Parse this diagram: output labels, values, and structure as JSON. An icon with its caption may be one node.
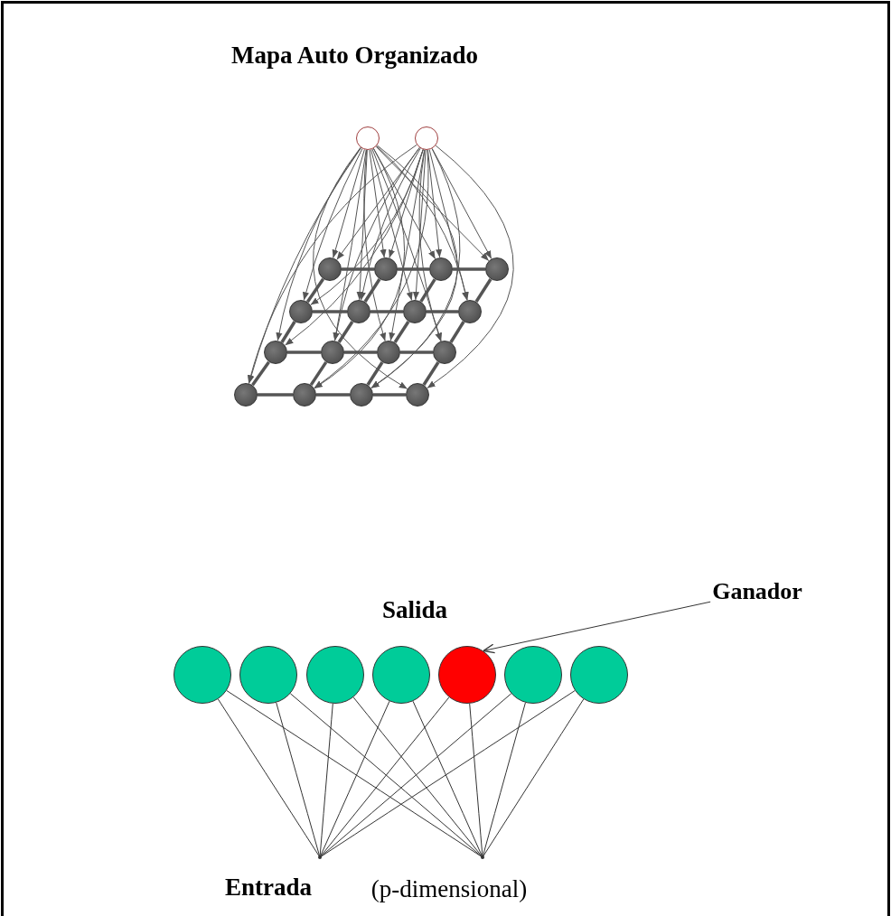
{
  "diagram": {
    "title": "Mapa Auto Organizado",
    "nodes": [
      {
        "text": [],
        "shape": "circle"
      },
      {
        "text": [],
        "shape": "circle"
      },
      {
        "text": [],
        "shape": "circle"
      },
      {
        "text": [],
        "shape": "circle"
      },
      {
        "text": [],
        "shape": "circle"
      },
      {
        "text": [],
        "shape": "circle"
      },
      {
        "text": [],
        "shape": "circle"
      },
      {
        "text": [],
        "shape": "circle"
      },
      {
        "text": [],
        "shape": "circle"
      },
      {
        "text": [],
        "shape": "circle"
      },
      {
        "text": [],
        "shape": "circle"
      },
      {
        "text": [],
        "shape": "circle"
      },
      {
        "text": [],
        "shape": "circle"
      },
      {
        "text": [],
        "shape": "circle"
      },
      {
        "text": [],
        "shape": "circle"
      },
      {
        "text": [],
        "shape": "circle"
      },
      {
        "text": [],
        "shape": "circle"
      },
      {
        "text": [],
        "shape": "circle"
      },
      {
        "text": [
          "Ganador"
        ]
      },
      {
        "text": [],
        "shape": "circle"
      },
      {
        "text": [],
        "shape": "circle"
      },
      {
        "text": [],
        "shape": "circle"
      },
      {
        "text": [],
        "shape": "circle"
      },
      {
        "text": [],
        "shape": "circle"
      },
      {
        "text": [],
        "shape": "circle"
      },
      {
        "text": [],
        "shape": "circle"
      },
      {
        "text": [],
        "shape": "point"
      },
      {
        "text": [],
        "shape": "point"
      }
    ],
    "edges": [
      {
        "from": 0,
        "to": 2,
        "arrow": "to"
      },
      {
        "from": 0,
        "to": 3,
        "arrow": "to"
      },
      {
        "from": 0,
        "to": 4,
        "arrow": "to"
      },
      {
        "from": 0,
        "to": 5,
        "arrow": "to"
      },
      {
        "from": 0,
        "to": 6,
        "arrow": "to"
      },
      {
        "from": 0,
        "to": 7,
        "arrow": "to"
      },
      {
        "from": 0,
        "to": 8,
        "arrow": "to"
      },
      {
        "from": 0,
        "to": 9,
        "arrow": "to"
      },
      {
        "from": 0,
        "to": 10,
        "arrow": "to"
      },
      {
        "from": 0,
        "to": 11,
        "arrow": "to"
      },
      {
        "from": 0,
        "to": 12,
        "arrow": "to"
      },
      {
        "from": 0,
        "to": 13,
        "arrow": "to"
      },
      {
        "from": 0,
        "to": 14,
        "arrow": "to"
      },
      {
        "from": 0,
        "to": 15,
        "arrow": "to"
      },
      {
        "from": 0,
        "to": 16,
        "arrow": "to"
      },
      {
        "from": 0,
        "to": 17,
        "arrow": "to"
      },
      {
        "from": 1,
        "to": 2,
        "arrow": "to"
      },
      {
        "from": 1,
        "to": 3,
        "arrow": "to"
      },
      {
        "from": 1,
        "to": 4,
        "arrow": "to"
      },
      {
        "from": 1,
        "to": 5,
        "arrow": "to"
      },
      {
        "from": 1,
        "to": 6,
        "arrow": "to"
      },
      {
        "from": 1,
        "to": 7,
        "arrow": "to"
      },
      {
        "from": 1,
        "to": 8,
        "arrow": "to"
      },
      {
        "from": 1,
        "to": 9,
        "arrow": "to"
      },
      {
        "from": 1,
        "to": 10,
        "arrow": "to"
      },
      {
        "from": 1,
        "to": 11,
        "arrow": "to"
      },
      {
        "from": 1,
        "to": 12,
        "arrow": "to"
      },
      {
        "from": 1,
        "to": 13,
        "arrow": "to"
      },
      {
        "from": 1,
        "to": 14,
        "arrow": "to"
      },
      {
        "from": 1,
        "to": 15,
        "arrow": "to"
      },
      {
        "from": 1,
        "to": 16,
        "arrow": "to"
      },
      {
        "from": 1,
        "to": 17,
        "arrow": "to"
      },
      {
        "from": 2,
        "to": 3,
        "arrow": "none",
        "style": "thick"
      },
      {
        "from": 3,
        "to": 4,
        "arrow": "none",
        "style": "thick"
      },
      {
        "from": 4,
        "to": 5,
        "arrow": "none",
        "style": "thick"
      },
      {
        "from": 6,
        "to": 7,
        "arrow": "none",
        "style": "thick"
      },
      {
        "from": 7,
        "to": 8,
        "arrow": "none",
        "style": "thick"
      },
      {
        "from": 8,
        "to": 9,
        "arrow": "none",
        "style": "thick"
      },
      {
        "from": 10,
        "to": 11,
        "arrow": "none",
        "style": "thick"
      },
      {
        "from": 11,
        "to": 12,
        "arrow": "none",
        "style": "thick"
      },
      {
        "from": 12,
        "to": 13,
        "arrow": "none",
        "style": "thick"
      },
      {
        "from": 14,
        "to": 15,
        "arrow": "none",
        "style": "thick"
      },
      {
        "from": 15,
        "to": 16,
        "arrow": "none",
        "style": "thick"
      },
      {
        "from": 16,
        "to": 17,
        "arrow": "none",
        "style": "thick"
      },
      {
        "from": 2,
        "to": 6,
        "arrow": "none",
        "style": "thick"
      },
      {
        "from": 3,
        "to": 7,
        "arrow": "none",
        "style": "thick"
      },
      {
        "from": 4,
        "to": 8,
        "arrow": "none",
        "style": "thick"
      },
      {
        "from": 5,
        "to": 9,
        "arrow": "none",
        "style": "thick"
      },
      {
        "from": 6,
        "to": 10,
        "arrow": "none",
        "style": "thick"
      },
      {
        "from": 7,
        "to": 11,
        "arrow": "none",
        "style": "thick"
      },
      {
        "from": 8,
        "to": 12,
        "arrow": "none",
        "style": "thick"
      },
      {
        "from": 9,
        "to": 13,
        "arrow": "none",
        "style": "thick"
      },
      {
        "from": 10,
        "to": 14,
        "arrow": "none",
        "style": "thick"
      },
      {
        "from": 11,
        "to": 15,
        "arrow": "none",
        "style": "thick"
      },
      {
        "from": 12,
        "to": 16,
        "arrow": "none",
        "style": "thick"
      },
      {
        "from": 13,
        "to": 17,
        "arrow": "none",
        "style": "thick"
      },
      {
        "from": 18,
        "to": 23,
        "arrow": "to"
      },
      {
        "from": 19,
        "to": 26,
        "arrow": "none"
      },
      {
        "from": 19,
        "to": 27,
        "arrow": "none"
      },
      {
        "from": 20,
        "to": 26,
        "arrow": "none"
      },
      {
        "from": 20,
        "to": 27,
        "arrow": "none"
      },
      {
        "from": 21,
        "to": 26,
        "arrow": "none"
      },
      {
        "from": 21,
        "to": 27,
        "arrow": "none"
      },
      {
        "from": 22,
        "to": 26,
        "arrow": "none"
      },
      {
        "from": 22,
        "to": 27,
        "arrow": "none"
      },
      {
        "from": 23,
        "to": 26,
        "arrow": "none"
      },
      {
        "from": 23,
        "to": 27,
        "arrow": "none"
      },
      {
        "from": 24,
        "to": 26,
        "arrow": "none"
      },
      {
        "from": 24,
        "to": 27,
        "arrow": "none"
      },
      {
        "from": 25,
        "to": 26,
        "arrow": "none"
      },
      {
        "from": 25,
        "to": 27,
        "arrow": "none"
      }
    ],
    "labels": [
      "Salida",
      "Entrada",
      "(p-dimensional)"
    ]
  }
}
